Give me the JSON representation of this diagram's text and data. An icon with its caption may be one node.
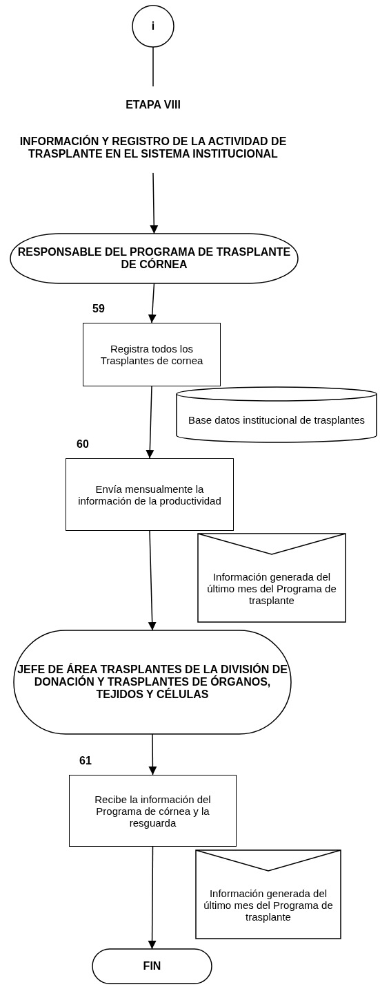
{
  "diagram": {
    "nodes": [
      {
        "text": [
          "i"
        ]
      },
      {
        "text": [
          "ETAPA VIII",
          "INFORMACIÓN Y REGISTRO DE LA ACTIVIDAD DE TRASPLANTE EN EL SISTEMA INSTITUCIONAL"
        ]
      },
      {
        "text": [
          "RESPONSABLE DEL PROGRAMA DE TRASPLANTE DE CÓRNEA"
        ]
      },
      {
        "text": [
          "Registra todos los Trasplantes de cornea"
        ],
        "beside": [
          "59"
        ]
      },
      {
        "text": [
          "Base datos institucional de trasplantes"
        ]
      },
      {
        "text": [
          "Envía mensualmente la información de la productividad"
        ],
        "beside": [
          "60"
        ]
      },
      {
        "text": [
          "Información generada del último mes del Programa de trasplante"
        ]
      },
      {
        "text": [
          "JEFE DE ÁREA TRASPLANTES DE LA DIVISIÓN DE DONACIÓN Y TRASPLANTES DE ÓRGANOS, TEJIDOS Y CÉLULAS"
        ]
      },
      {
        "text": [
          "Recibe la información del Programa de córnea y la resguarda"
        ],
        "beside": [
          "61"
        ]
      },
      {
        "text": [
          "Información generada del último mes del Programa de trasplante"
        ]
      },
      {
        "text": [
          "FIN"
        ]
      }
    ],
    "edges": [
      {
        "from": 0,
        "to": 1,
        "arrow": "none"
      },
      {
        "from": 1,
        "to": 2,
        "arrow": "to"
      },
      {
        "from": 2,
        "to": 3,
        "arrow": "to"
      },
      {
        "from": 3,
        "to": 5,
        "arrow": "to"
      },
      {
        "from": 5,
        "to": 7,
        "arrow": "to"
      },
      {
        "from": 7,
        "to": 8,
        "arrow": "to"
      },
      {
        "from": 8,
        "to": 10,
        "arrow": "to"
      }
    ]
  }
}
